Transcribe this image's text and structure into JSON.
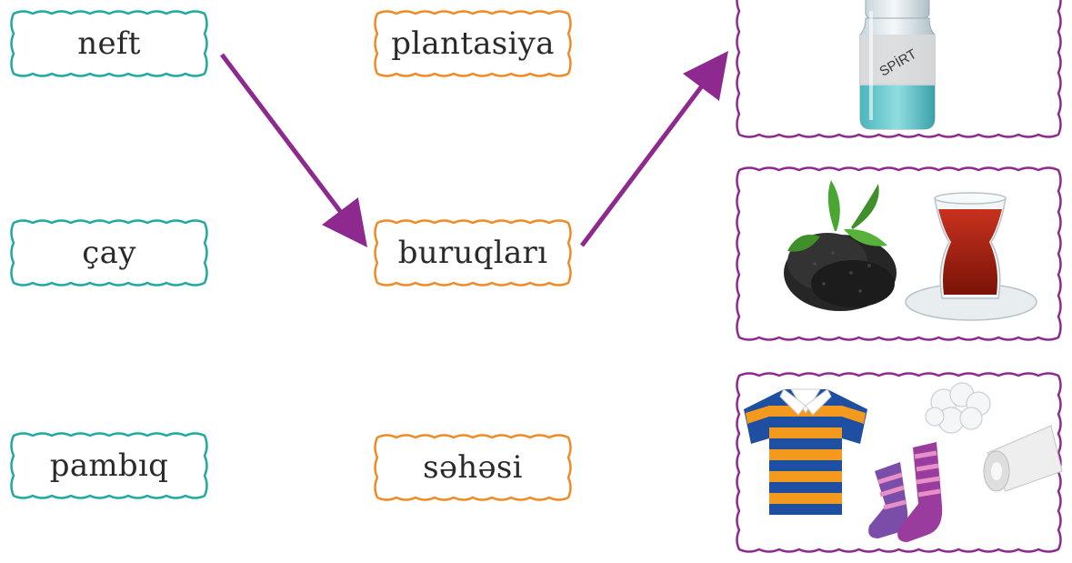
{
  "colors": {
    "teal_border": "#1ea9a4",
    "orange_border": "#f08a25",
    "purple": "#8e2a8f",
    "text": "#2a2a2a"
  },
  "left_words": [
    "neft",
    "çay",
    "pambıq"
  ],
  "middle_words": [
    "plantasiya",
    "buruqları",
    "səhəsi"
  ],
  "pictures": [
    {
      "name": "alcohol-bottle-picture",
      "label": "SPİRT"
    },
    {
      "name": "tea-picture",
      "label": ""
    },
    {
      "name": "cotton-products-picture",
      "label": ""
    }
  ],
  "connections": [
    {
      "from": "neft",
      "to": "buruqları"
    },
    {
      "from": "buruqları",
      "to": "alcohol-bottle-picture"
    }
  ]
}
